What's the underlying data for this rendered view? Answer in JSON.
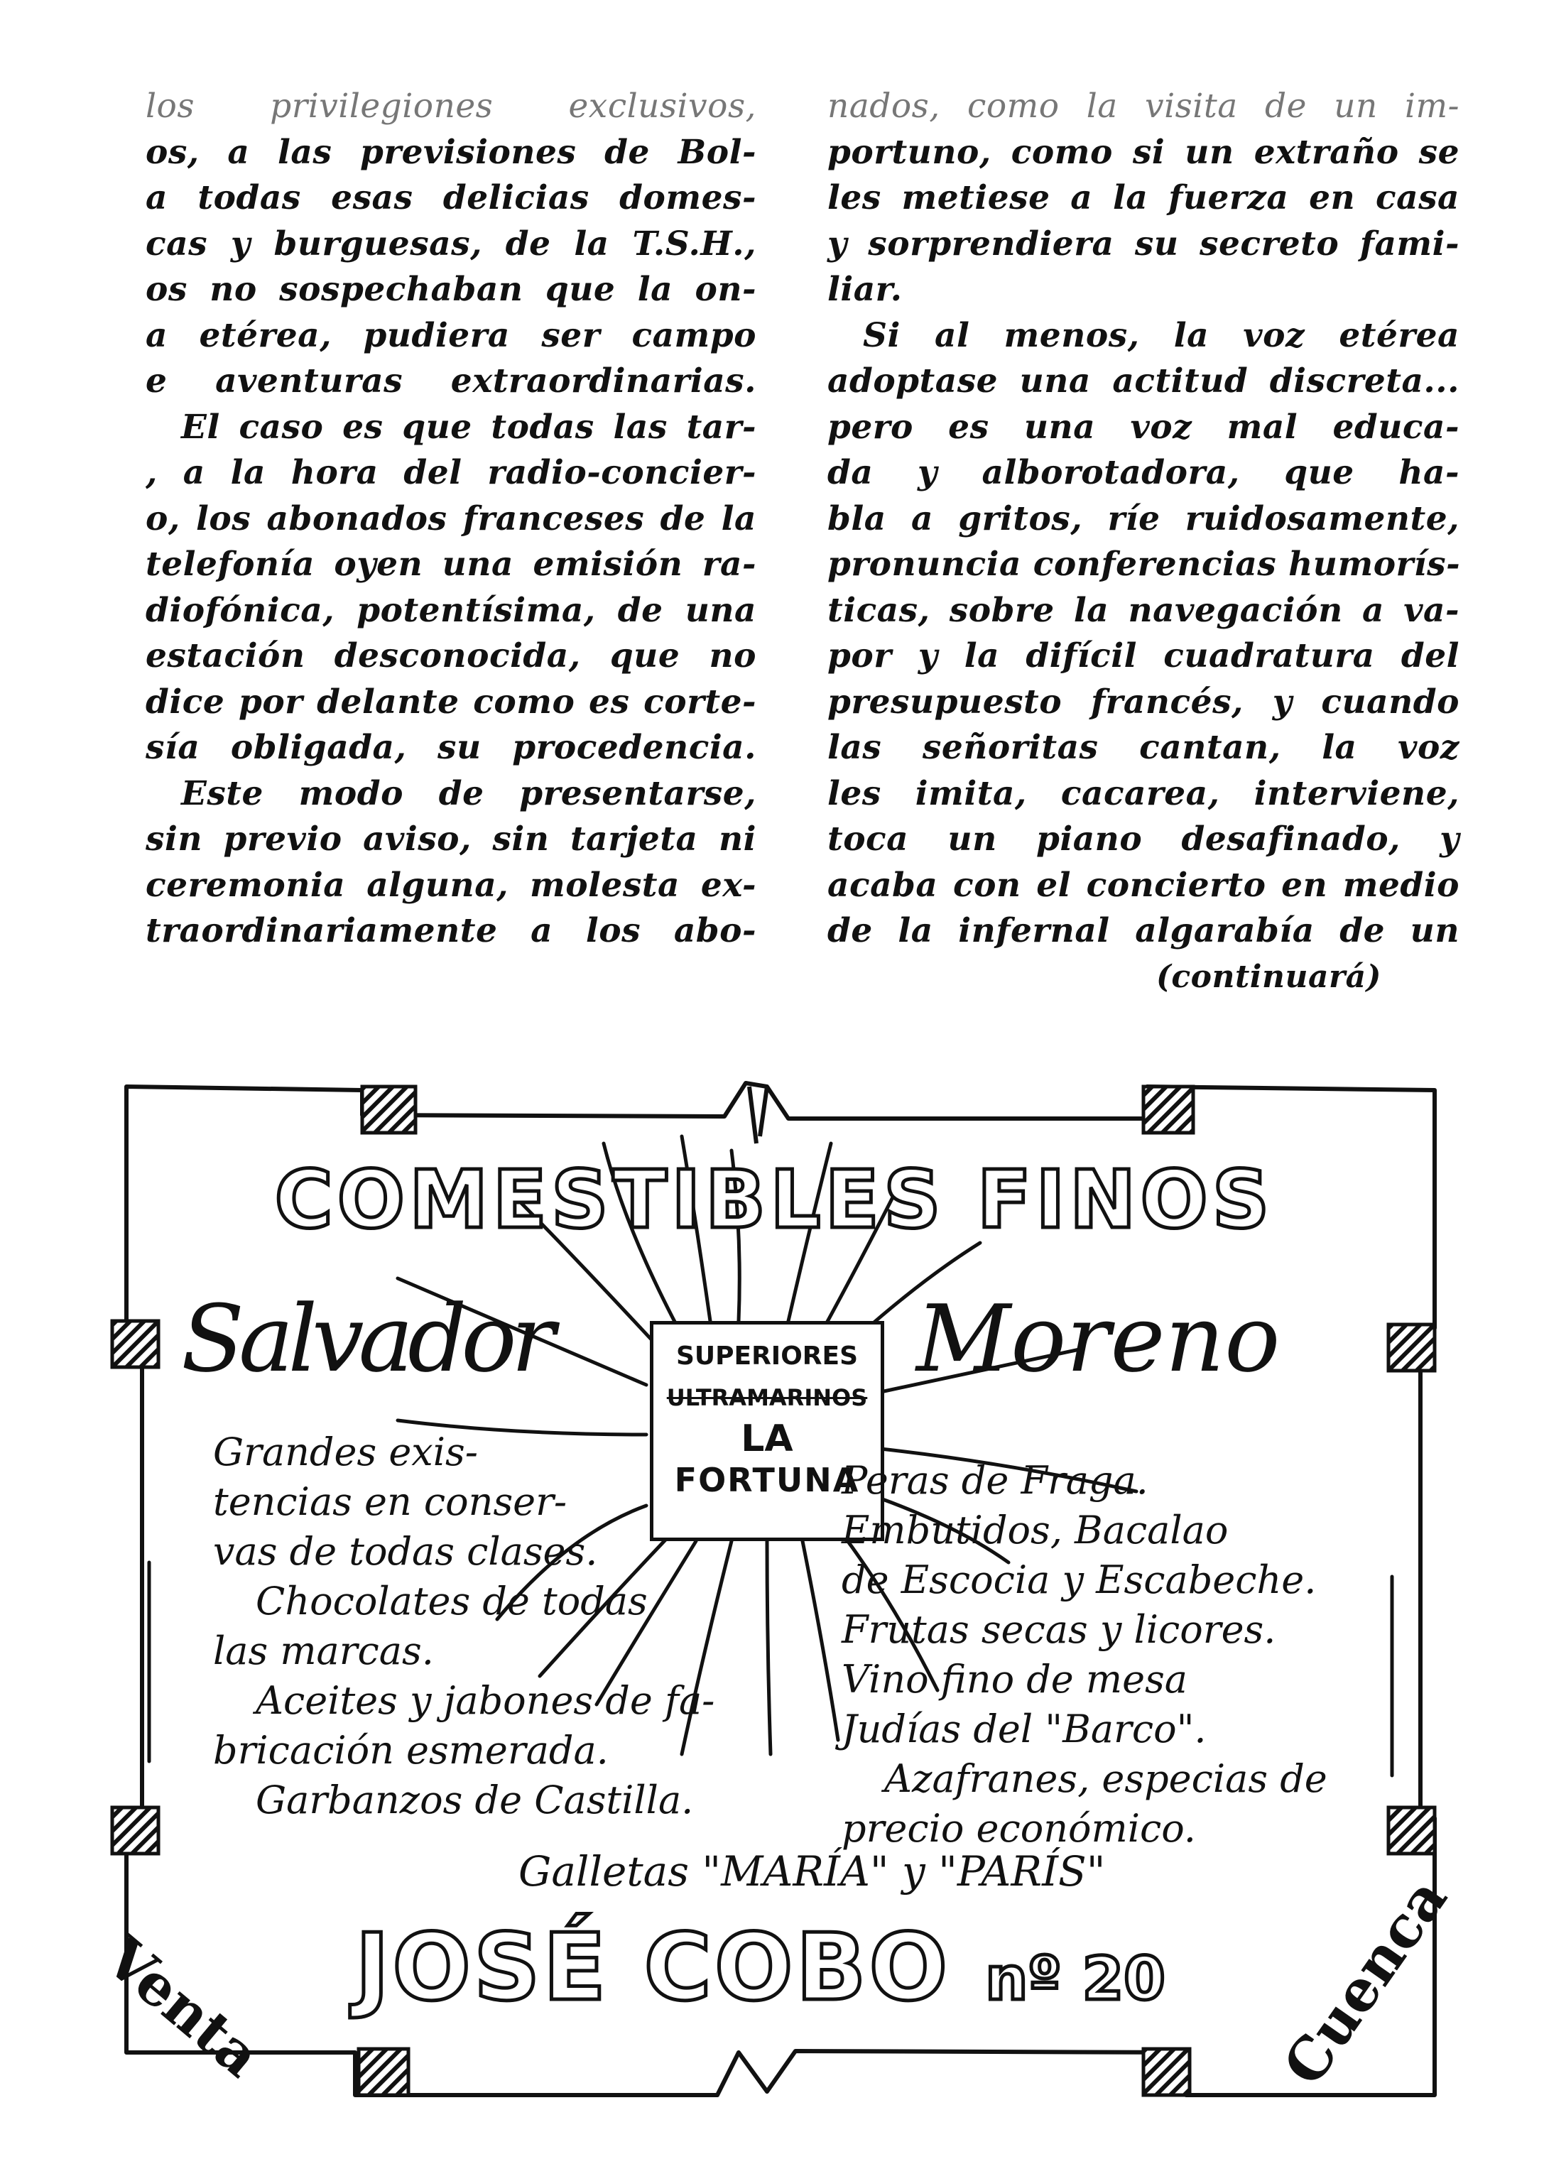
{
  "article": {
    "left_column": [
      "los privilegiones exclusivos,",
      "os, a las previsiones de Bol-",
      "a todas esas delicias domes-",
      "cas y burguesas, de la T.S.H.,",
      "os no sospechaban que la on-",
      "a etérea, pudiera ser campo",
      "e aventuras extraordinarias.",
      "El caso es que todas las tar-",
      ", a la hora del radio-concier-",
      "o, los abonados franceses de la",
      "telefonía oyen una emisión ra-",
      "diofónica, potentísima, de una",
      "estación desconocida, que no",
      "dice por delante como es corte-",
      "sía obligada, su procedencia.",
      "Este modo de presentarse,",
      "sin previo aviso, sin tarjeta ni",
      "ceremonia alguna, molesta ex-",
      "traordinariamente a los abo-"
    ],
    "right_column": [
      "nados, como la visita de un im-",
      "portuno, como si un extraño se",
      "les metiese a la fuerza en casa",
      "y sorprendiera su secreto fami-",
      "liar.",
      "Si al menos, la voz etérea",
      "adoptase una actitud discreta...",
      "pero es una voz mal educa-",
      "da y alborotadora, que ha-",
      "bla a gritos, ríe ruidosamente,",
      "pronuncia conferencias humorís-",
      "ticas, sobre la navegación a va-",
      "por y la difícil cuadratura del",
      "presupuesto francés, y cuando",
      "las señoritas cantan, la voz",
      "les imita, cacarea, interviene,",
      "toca un piano desafinado, y",
      "acaba con el concierto en medio",
      "de la infernal algarabía de un"
    ],
    "continuation": "(continuará)"
  },
  "advertisement": {
    "heading": "COMESTIBLES FINOS",
    "owner_first": "Salvador",
    "owner_last": "Moreno",
    "center_sign": [
      "SUPERIORES",
      "ULTRAMARINOS",
      "LA",
      "FORTUNA"
    ],
    "left_list": [
      "Grandes exis-",
      "tencias en conser-",
      "vas de todas clases.",
      "Chocolates de todas",
      "las marcas.",
      "Aceites y jabones de fa-",
      "bricación esmerada.",
      "Garbanzos de Castilla."
    ],
    "right_list": [
      "Peras de Fraga.",
      "Embutidos, Bacalao",
      "de Escocia y Escabeche.",
      "Frutas secas y licores.",
      "Vino fino de mesa",
      "Judías del \"Barco\".",
      "Azafranes, especias de",
      "precio económico."
    ],
    "biscuits": "Galletas \"MARÍA\" y \"PARÍS\"",
    "address_street": "JOSÉ COBO",
    "address_number": "nº 20",
    "corner_left": "Venta",
    "corner_right": "Cuenca"
  }
}
